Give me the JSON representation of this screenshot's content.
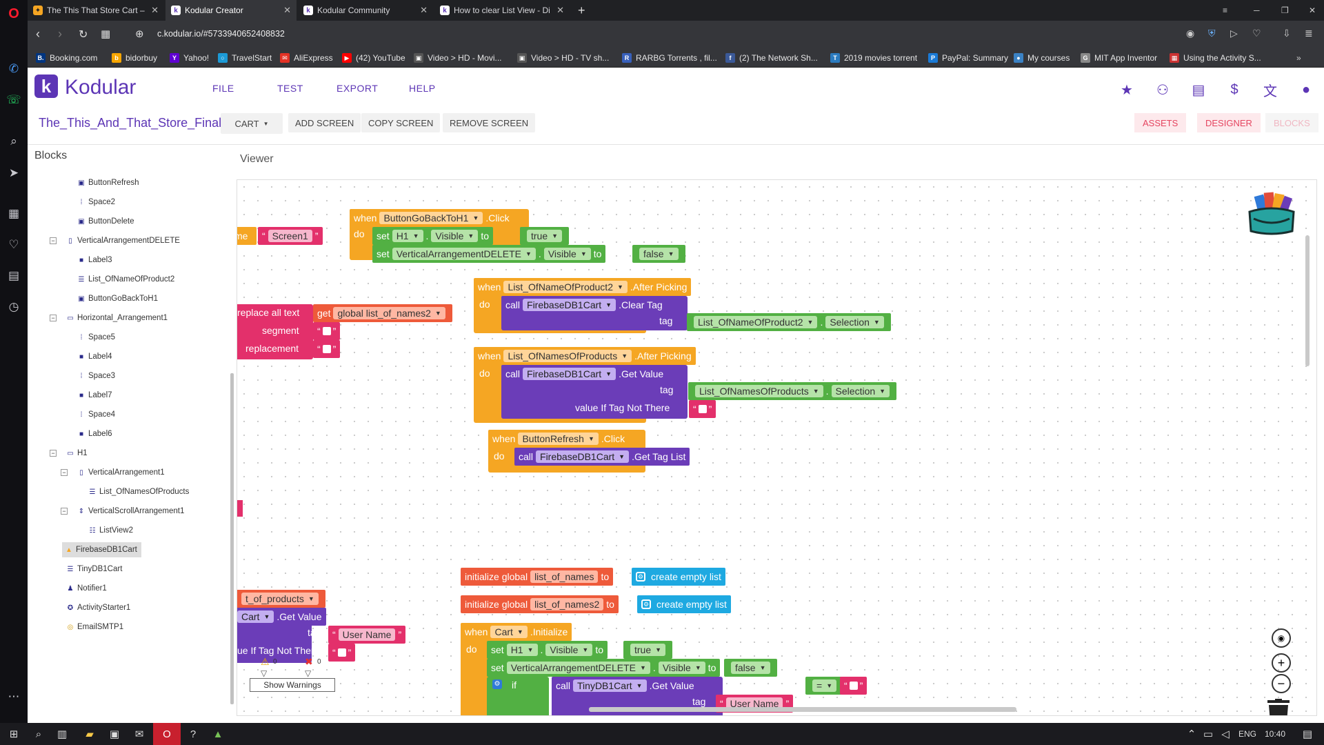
{
  "browser": {
    "tabs": [
      {
        "label": "The This That Store Cart – D",
        "active": false,
        "favicon": "flame-icon"
      },
      {
        "label": "Kodular Creator",
        "active": true,
        "favicon": "kodular-icon"
      },
      {
        "label": "Kodular Community",
        "active": false,
        "favicon": "kodular-icon"
      },
      {
        "label": "How to clear List View - Di",
        "active": false,
        "favicon": "kodular-icon"
      }
    ],
    "url": "c.kodular.io/#5733940652408832",
    "bookmarks": [
      {
        "label": "Booking.com",
        "color": "#003580",
        "glyph": "B."
      },
      {
        "label": "bidorbuy",
        "color": "#f7a600",
        "glyph": "b"
      },
      {
        "label": "Yahoo!",
        "color": "#5f01d1",
        "glyph": "Y"
      },
      {
        "label": "TravelStart",
        "color": "#1c9ad6",
        "glyph": "○"
      },
      {
        "label": "AliExpress",
        "color": "#e43225",
        "glyph": "✉"
      },
      {
        "label": "(42) YouTube",
        "color": "#ff0000",
        "glyph": "▶"
      },
      {
        "label": "Video > HD - Movi...",
        "color": "#555",
        "glyph": "▣"
      },
      {
        "label": "Video > HD - TV sh...",
        "color": "#555",
        "glyph": "▣"
      },
      {
        "label": "RARBG Torrents , fil...",
        "color": "#3860bb",
        "glyph": "R"
      },
      {
        "label": "(2) The Network Sh...",
        "color": "#3b5998",
        "glyph": "f"
      },
      {
        "label": "2019 movies torrent",
        "color": "#2b7bbf",
        "glyph": "T"
      },
      {
        "label": "PayPal: Summary",
        "color": "#1a7ad6",
        "glyph": "P"
      },
      {
        "label": "My courses",
        "color": "#3b82c4",
        "glyph": "●"
      },
      {
        "label": "MIT App Inventor",
        "color": "#888",
        "glyph": "G"
      },
      {
        "label": "Using the Activity S...",
        "color": "#c33",
        "glyph": "▦"
      }
    ]
  },
  "app": {
    "logo_text": "Kodular",
    "menu": [
      "FILE",
      "TEST",
      "EXPORT",
      "HELP"
    ],
    "project_name": "The_This_And_That_Store_Final",
    "screen_select": "CART",
    "screen_buttons": [
      "ADD SCREEN",
      "COPY SCREEN",
      "REMOVE SCREEN"
    ],
    "modes": [
      "ASSETS",
      "DESIGNER",
      "BLOCKS"
    ],
    "accent": "#5c35b5"
  },
  "blocks_panel": {
    "title": "Blocks",
    "tree": [
      {
        "label": "ButtonRefresh",
        "icon": "button-icon",
        "level": 2
      },
      {
        "label": "Space2",
        "icon": "space-icon",
        "level": 2
      },
      {
        "label": "ButtonDelete",
        "icon": "button-icon",
        "level": 2
      },
      {
        "label": "VerticalArrangementDELETE",
        "icon": "vertical-arrangement-icon",
        "level": 1,
        "collapsible": true
      },
      {
        "label": "Label3",
        "icon": "label-icon",
        "level": 2
      },
      {
        "label": "List_OfNameOfProduct2",
        "icon": "listpicker-icon",
        "level": 2
      },
      {
        "label": "ButtonGoBackToH1",
        "icon": "button-icon",
        "level": 2
      },
      {
        "label": "Horizontal_Arrangement1",
        "icon": "horizontal-arrangement-icon",
        "level": 1,
        "collapsible": true
      },
      {
        "label": "Space5",
        "icon": "space-icon",
        "level": 2
      },
      {
        "label": "Label4",
        "icon": "label-icon",
        "level": 2
      },
      {
        "label": "Space3",
        "icon": "space-icon",
        "level": 2
      },
      {
        "label": "Label7",
        "icon": "label-icon",
        "level": 2
      },
      {
        "label": "Space4",
        "icon": "space-icon",
        "level": 2
      },
      {
        "label": "Label6",
        "icon": "label-icon",
        "level": 2
      },
      {
        "label": "H1",
        "icon": "horizontal-arrangement-icon",
        "level": 1,
        "collapsible": true
      },
      {
        "label": "VerticalArrangement1",
        "icon": "vertical-arrangement-icon",
        "level": 2,
        "collapsible": true
      },
      {
        "label": "List_OfNamesOfProducts",
        "icon": "listpicker-icon",
        "level": 3
      },
      {
        "label": "VerticalScrollArrangement1",
        "icon": "vertical-scroll-icon",
        "level": 2,
        "collapsible": true
      },
      {
        "label": "ListView2",
        "icon": "listview-icon",
        "level": 3
      },
      {
        "label": "FirebaseDB1Cart",
        "icon": "firebase-icon",
        "level": 1,
        "selected": true
      },
      {
        "label": "TinyDB1Cart",
        "icon": "tinydb-icon",
        "level": 1
      },
      {
        "label": "Notifier1",
        "icon": "notifier-icon",
        "level": 1
      },
      {
        "label": "ActivityStarter1",
        "icon": "activity-icon",
        "level": 1
      },
      {
        "label": "EmailSMTP1",
        "icon": "email-icon",
        "level": 1
      }
    ]
  },
  "viewer": {
    "title": "Viewer",
    "show_warnings": "Show Warnings",
    "warning_count": "0",
    "error_count": "0",
    "blocks": {
      "b1": {
        "when": "when",
        "component": "ButtonGoBackToH1",
        "event": ".Click",
        "do": "do",
        "set": "set",
        "comp1": "H1",
        "prop1": "Visible",
        "to": "to",
        "val1": "true",
        "comp2": "VerticalArrangementDELETE",
        "prop2": "Visible",
        "val2": "false"
      },
      "screen_frag": {
        "left": "me",
        "value": "Screen1"
      },
      "b2": {
        "component": "List_OfNameOfProduct2",
        "event": ".After Picking",
        "call": "call",
        "target": "FirebaseDB1Cart",
        "method": ".Clear Tag",
        "tag": "tag",
        "arg": "List_OfNameOfProduct2",
        "arg_prop": "Selection"
      },
      "replace": {
        "title": "replace all text",
        "get": "get",
        "var": "global list_of_names2",
        "segment": "segment",
        "replacement": "replacement"
      },
      "b3": {
        "component": "List_OfNamesOfProducts",
        "event": ".After Picking",
        "target": "FirebaseDB1Cart",
        "method": ".Get Value",
        "tag": "tag",
        "arg": "List_OfNamesOfProducts",
        "arg_prop": "Selection",
        "value_if": "value If Tag Not There"
      },
      "b4": {
        "component": "ButtonRefresh",
        "event": ".Click",
        "target": "FirebaseDB1Cart",
        "method": ".Get Tag List"
      },
      "g1": {
        "init": "initialize global",
        "name": "list_of_names",
        "to": "to",
        "value": "create empty list"
      },
      "g2": {
        "init": "initialize global",
        "name": "list_of_names2",
        "to": "to",
        "value": "create empty list"
      },
      "lower": {
        "var": "t_of_products",
        "target": "Cart",
        "method": ".Get Value",
        "tag": "tag",
        "tag_value": "User Name",
        "value_if": "ue If Tag Not There"
      },
      "b5": {
        "component": "Cart",
        "event": ".Initialize",
        "comp1": "H1",
        "prop1": "Visible",
        "val1": "true",
        "comp2": "VerticalArrangementDELETE",
        "prop2": "Visible",
        "val2": "false",
        "if": "if",
        "target": "TinyDB1Cart",
        "method": ".Get Value",
        "op": "=",
        "tag": "tag",
        "tag_value": "User Name"
      }
    }
  },
  "taskbar": {
    "lang": "ENG",
    "time": "10:40"
  }
}
